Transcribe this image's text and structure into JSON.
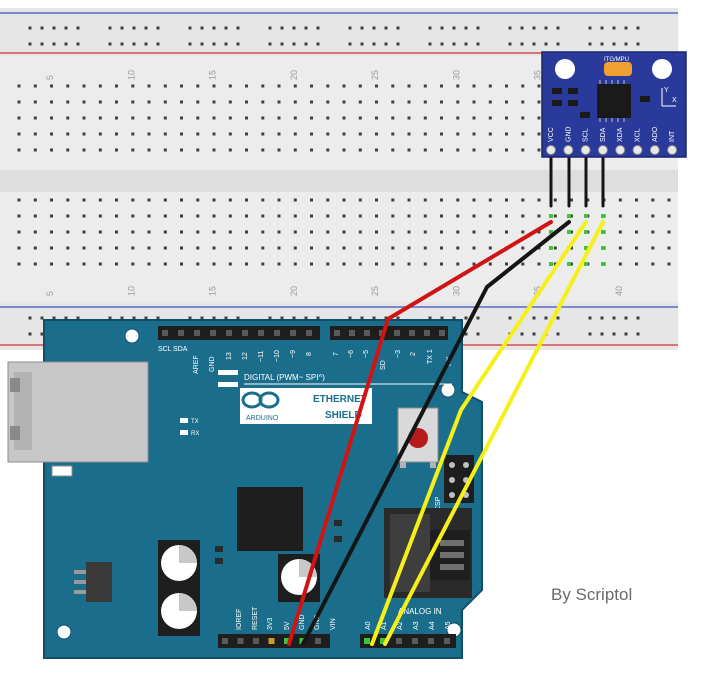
{
  "breadboard": {
    "top_numbers": [
      "5",
      "10",
      "15",
      "20",
      "25",
      "30",
      "35"
    ],
    "bottom_numbers": [
      "5",
      "10",
      "15",
      "20",
      "25",
      "30",
      "35",
      "40"
    ]
  },
  "sensor": {
    "chip_label": "ITG/MPU",
    "axis_x": "X",
    "axis_y": "Y",
    "pins": [
      "VCC",
      "GND",
      "SCL",
      "SDA",
      "XDA",
      "XCL",
      "ADO",
      "INT"
    ]
  },
  "shield": {
    "digital_header_labels": [
      "SCL",
      "SDA",
      "AREF",
      "GND",
      "13",
      "12",
      "~11",
      "~10",
      "~9",
      "8"
    ],
    "digital_header_labels_right": [
      "7",
      "~6",
      "~5",
      "SD",
      "~3",
      "2",
      "TX 1",
      "RX"
    ],
    "digital_title": "DIGITAL (PWM~ SPI^)",
    "logo_text": "ARDUINO",
    "ethernet_text": "ETHERNET",
    "shield_text": "SHIELD",
    "tx_label": "TX",
    "rx_label": "RX",
    "icsp_label": "ICSP",
    "analog_in_label": "ANALOG IN",
    "power_labels": [
      "IOREF",
      "RESET",
      "3V3",
      "5V",
      "GND",
      "GND",
      "VIN"
    ],
    "analog_labels": [
      "A0",
      "A1",
      "A2",
      "A3",
      "A4",
      "A5"
    ]
  },
  "wires": [
    {
      "name": "vcc-wire",
      "color": "#d01414"
    },
    {
      "name": "gnd-wire",
      "color": "#151515"
    },
    {
      "name": "scl-wire",
      "color": "#f5f018"
    },
    {
      "name": "sda-wire",
      "color": "#f5f018"
    }
  ],
  "colors": {
    "board_blue": "#1b6e8b",
    "breadboard": "#ebebeb",
    "sensor_blue": "#2a3a9a"
  },
  "credit": "By Scriptol"
}
